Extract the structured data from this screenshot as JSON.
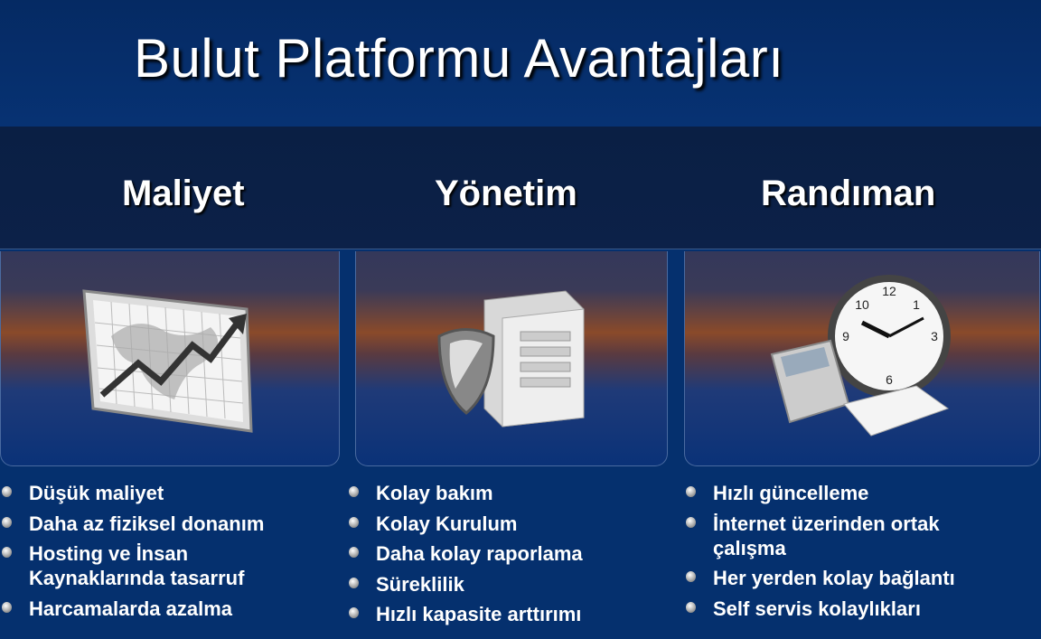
{
  "title": "Bulut Platformu Avantajları",
  "columns": [
    {
      "heading": "Maliyet",
      "icon": "chart-board-icon",
      "items": [
        "Düşük  maliyet",
        "Daha az fiziksel donanım",
        "Hosting ve İnsan Kaynaklarında tasarruf",
        "Harcamalarda azalma"
      ]
    },
    {
      "heading": "Yönetim",
      "icon": "server-shield-icon",
      "items": [
        "Kolay bakım",
        "Kolay Kurulum",
        "Daha kolay raporlama",
        "Süreklilik",
        "Hızlı kapasite arttırımı"
      ]
    },
    {
      "heading": "Randıman",
      "icon": "clock-calculator-icon",
      "items": [
        "Hızlı güncelleme",
        "İnternet üzerinden ortak çalışma",
        "Her yerden kolay bağlantı",
        "Self servis kolaylıkları"
      ]
    }
  ]
}
